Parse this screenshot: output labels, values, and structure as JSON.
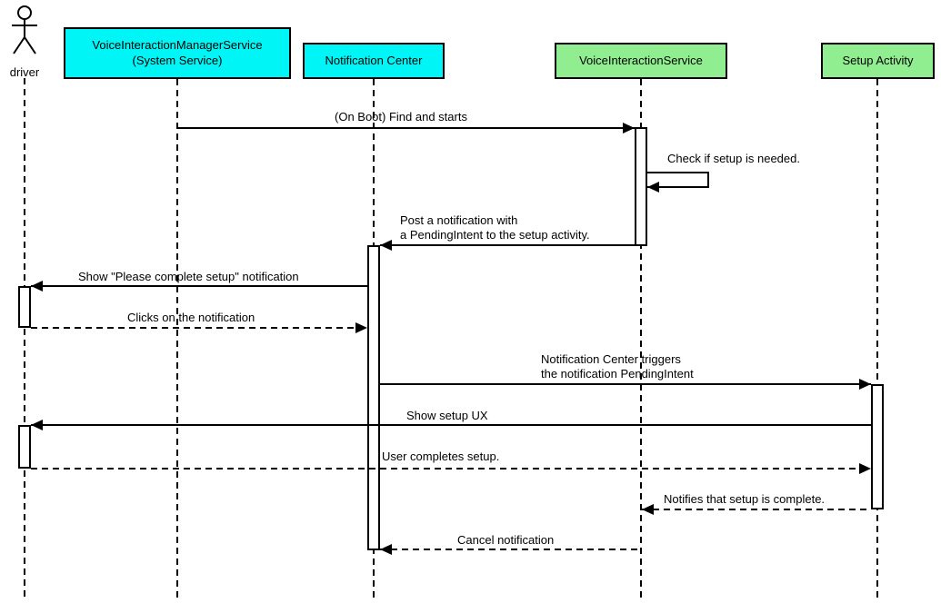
{
  "actor": {
    "label": "driver"
  },
  "participants": [
    {
      "label": "VoiceInteractionManagerService\n(System Service)",
      "color": "#00f6f6"
    },
    {
      "label": "Notification Center",
      "color": "#00f6f6"
    },
    {
      "label": "VoiceInteractionService",
      "color": "#90ee90"
    },
    {
      "label": "Setup Activity",
      "color": "#90ee90"
    }
  ],
  "messages": [
    {
      "label": "(On Boot) Find and starts"
    },
    {
      "label": "Check if setup is needed."
    },
    {
      "label": "Post a notification with\na PendingIntent to the setup activity."
    },
    {
      "label": "Show \"Please complete setup\" notification"
    },
    {
      "label": "Clicks on the notification"
    },
    {
      "label": "Notification Center triggers\nthe notification PendingIntent"
    },
    {
      "label": "Show setup UX"
    },
    {
      "label": "User completes setup."
    },
    {
      "label": "Notifies that setup is complete."
    },
    {
      "label": "Cancel notification"
    }
  ],
  "colors": {
    "line": "#000000",
    "background": "#ffffff",
    "cyan_participant": "#00f6f6",
    "green_participant": "#90ee90"
  }
}
